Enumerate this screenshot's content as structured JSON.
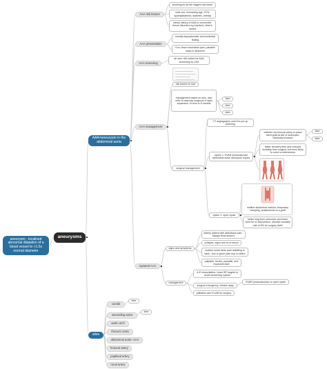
{
  "colors": {
    "line": "#c8c8c8",
    "root": "#2b2b2b",
    "topic_blue": "#2a6f9c",
    "topic_grey": "#e6e6e6"
  },
  "root": "aneurysms",
  "definition": "aneurysm - localised abnormal dilatation of a blood vessel to >1.5x normal diameter",
  "aaa": {
    "title": "AAA=aneurysm in the abdominal aorta",
    "risk_factors": {
      "label": "AAA risk factors",
      "items": [
        "smoking-by far the biggest risk factor",
        "male sex, increasing age, HTN, hyperlipidaemia, diabetes, obesity",
        "family history of AAA or connective tissue disorders eg marfan's, ehler's danlos"
      ]
    },
    "presentation": {
      "label": "AAA presentation",
      "items": [
        "usually asymptomatic and incidental finding",
        "if sx: lower back/abdo pain, pulsatile mass in abdomen"
      ]
    },
    "screening": {
      "label": "AAA screening",
      "items": [
        "all men >65 invited for AAA screening by USS"
      ]
    },
    "management": {
      "label": "AAA management",
      "risk_label": "risk based on size",
      "plan": "management based on size, also refer to vascular surgeons if rapid expansion >0.5cm in 6 months",
      "idea_labels": [
        "idea",
        "idea",
        "idea"
      ],
      "surgical": {
        "label": "surgical management",
        "ct": "CT angiography used for pre-op planning",
        "option1": {
          "label": "option 1: EVAR (endovascular abdominal aortic aneurysm repair)",
          "items": [
            "catheter via femoral artery to place stent graft at site of aneurysm; minimally invasive",
            "faster recovery time and reduced mortality from surgery, but more likely to need re-intervention"
          ],
          "idea_labels": [
            "idea",
            "idea"
          ]
        },
        "option2": {
          "label": "option 2: open repair",
          "items": [
            "midline abdominal incision, temporary clamping, anastomosis to a graft",
            "better long term outcomes and lower need for re-intervention, elective mortality rate of 5% for surgery itself"
          ]
        }
      }
    },
    "ruptured": {
      "label": "ruptured AAA",
      "signs": {
        "label": "signs and symptoms",
        "items": [
          "elderly patient with abdo/back pain - always think about it",
          "collapse, signs and sx of shock",
          "sudden onset abdo pain radiating to back, 'tum to groin' pain esp in elders",
          "palpable, tender, pulsatile, and expansile AAA"
        ]
      },
      "management": {
        "label": "management",
        "items": [
          "A-E resuscitation- lower BP targets to avoid worsening rupture",
          "surgical emergency- theatre asap",
          "palliative care if unfit for surgery"
        ],
        "evar": "EVAR (endovascular) or open repair"
      }
    }
  },
  "sites": {
    "label": "sites",
    "items": [
      "carotid",
      "ascending aorta",
      "aortic arch",
      "thoracic aorta",
      "abdominal aorta -AAA",
      "femoral artery",
      "popliteal artery",
      "renal artery"
    ],
    "idea_labels": [
      "idea",
      "idea"
    ]
  }
}
